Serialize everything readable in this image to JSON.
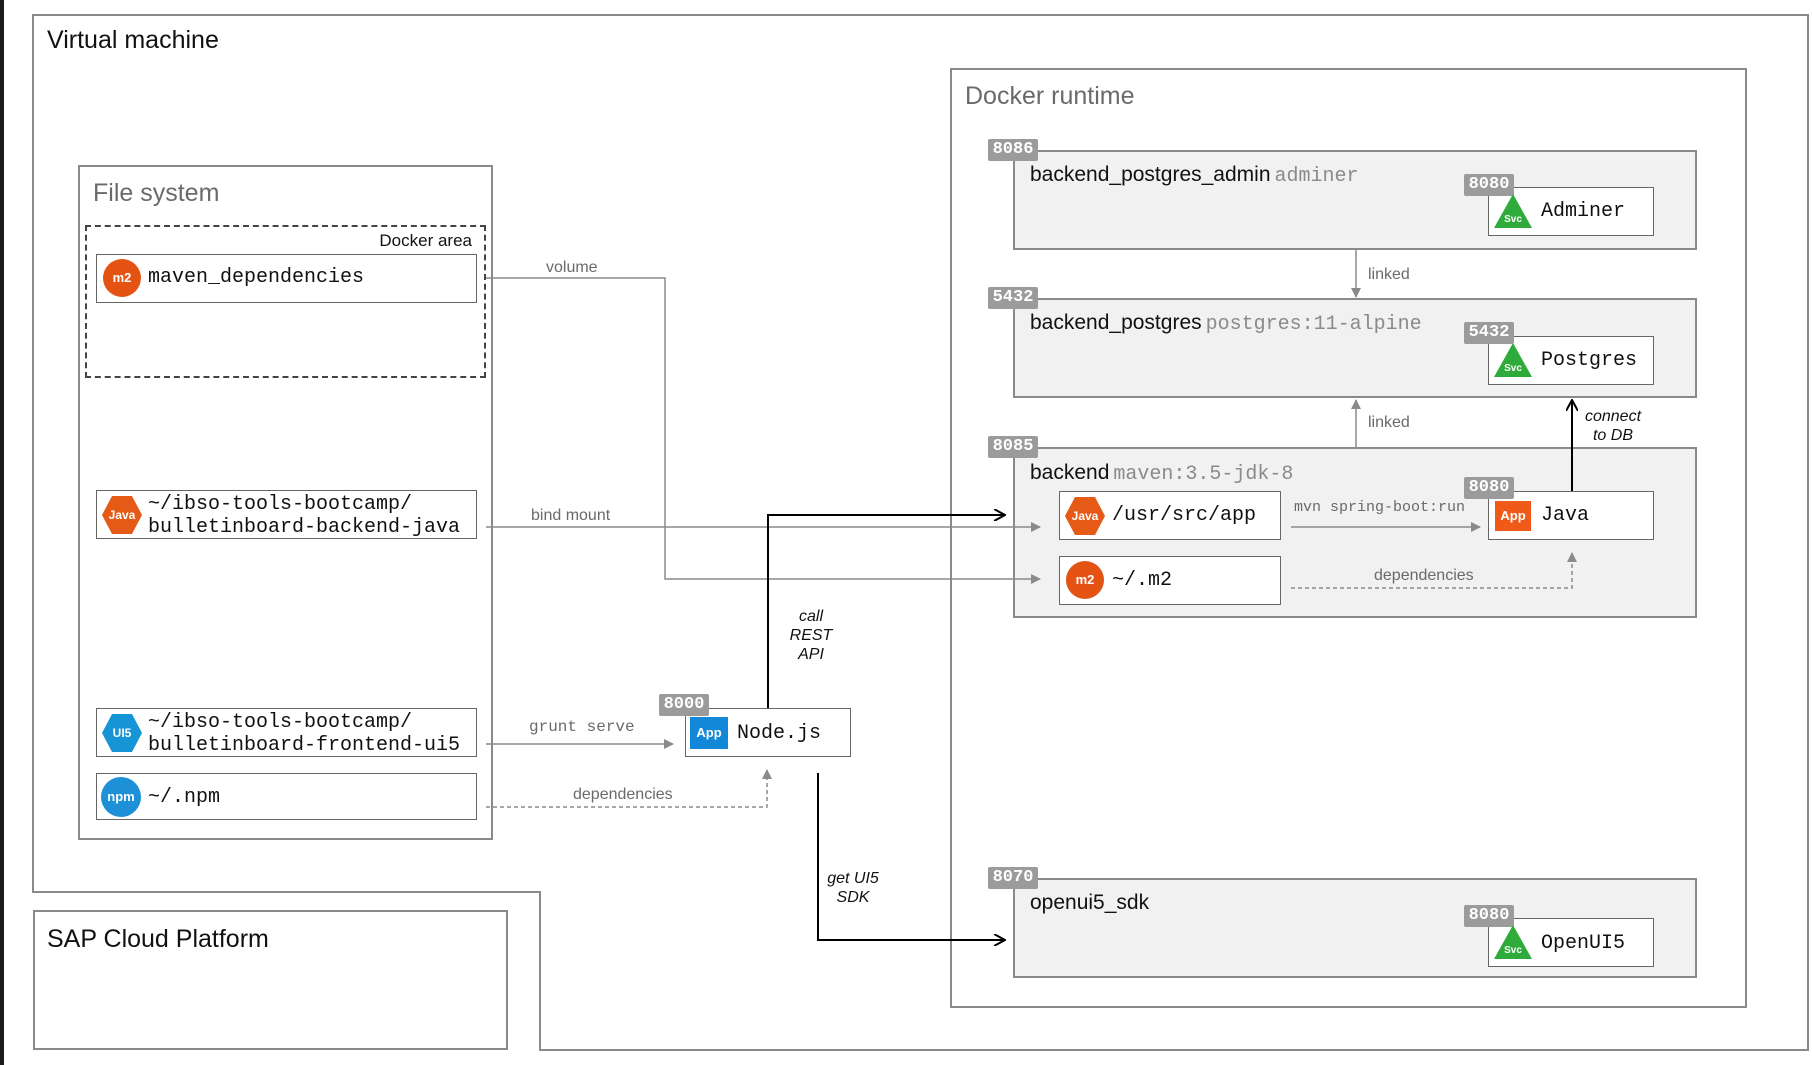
{
  "vm": {
    "title": "Virtual machine"
  },
  "sap": {
    "title": "SAP Cloud Platform"
  },
  "file_system": {
    "title": "File system",
    "docker_area_label": "Docker area",
    "items": {
      "maven": {
        "icon": "m2",
        "label": "maven_dependencies"
      },
      "backend_java": {
        "icon": "Java",
        "line1": "~/ibso-tools-bootcamp/",
        "line2": "bulletinboard-backend-java"
      },
      "frontend_ui5": {
        "icon": "UI5",
        "line1": "~/ibso-tools-bootcamp/",
        "line2": "bulletinboard-frontend-ui5"
      },
      "npm": {
        "icon": "npm",
        "label": "~/.npm"
      }
    }
  },
  "docker_runtime": {
    "title": "Docker runtime",
    "containers": {
      "postgres_admin": {
        "port": "8086",
        "name": "backend_postgres_admin",
        "image": "adminer",
        "svc_port": "8080",
        "svc_icon": "Svc",
        "svc_label": "Adminer"
      },
      "postgres": {
        "port": "5432",
        "name": "backend_postgres",
        "image": "postgres:11-alpine",
        "svc_port": "5432",
        "svc_icon": "Svc",
        "svc_label": "Postgres"
      },
      "backend": {
        "port": "8085",
        "name": "backend",
        "image": "maven:3.5-jdk-8",
        "app_dir": {
          "icon": "Java",
          "label": "/usr/src/app"
        },
        "m2": {
          "icon": "m2",
          "label": "~/.m2"
        },
        "app_port": "8080",
        "app_icon": "App",
        "app_label": "Java"
      },
      "openui5": {
        "port": "8070",
        "name": "openui5_sdk",
        "svc_port": "8080",
        "svc_icon": "Svc",
        "svc_label": "OpenUI5"
      }
    }
  },
  "node": {
    "port": "8000",
    "icon": "App",
    "label": "Node.js"
  },
  "labels": {
    "volume": "volume",
    "bind_mount": "bind mount",
    "grunt_serve": "grunt serve",
    "dependencies_npm": "dependencies",
    "linked_1": "linked",
    "linked_2": "linked",
    "mvn_run": "mvn spring-boot:run",
    "dependencies_m2": "dependencies",
    "connect_db_1": "connect",
    "connect_db_2": "to DB",
    "call_api_1": "call",
    "call_api_2": "REST",
    "call_api_3": "API",
    "get_sdk_1": "get UI5",
    "get_sdk_2": "SDK"
  },
  "colors": {
    "java_orange": "#e55a17",
    "m2_orange": "#e45314",
    "ui5_blue": "#1595d6",
    "npm_blue": "#1e90d8",
    "app_orange": "#f05a19",
    "app_blue": "#1488d8",
    "svc_green": "#2eab3a",
    "port_grey": "#9b9b9b",
    "border_grey": "#8a8a8a",
    "container_fill": "#f1f1f1"
  }
}
